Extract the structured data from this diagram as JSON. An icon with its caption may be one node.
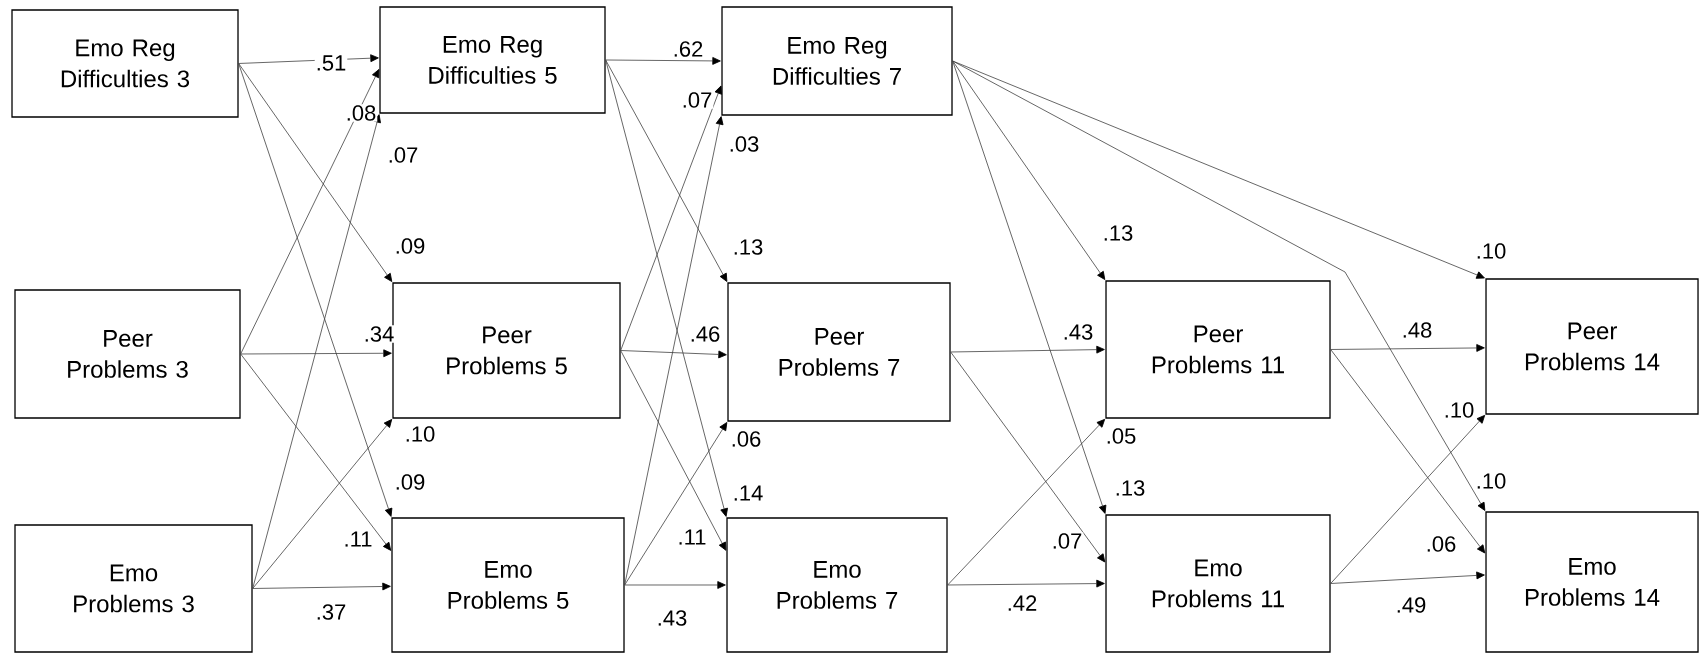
{
  "diagram": {
    "nodes": [
      {
        "text": [
          "Emo Reg Difficulties 3"
        ]
      },
      {
        "text": [
          "Peer Problems 3"
        ]
      },
      {
        "text": [
          "Emo Problems 3"
        ]
      },
      {
        "text": [
          "Emo Reg Difficulties 5"
        ]
      },
      {
        "text": [
          "Peer Problems 5"
        ]
      },
      {
        "text": [
          "Emo Problems 5"
        ]
      },
      {
        "text": [
          "Emo Reg Difficulties 7"
        ]
      },
      {
        "text": [
          "Peer Problems 7"
        ]
      },
      {
        "text": [
          "Emo Problems 7"
        ]
      },
      {
        "text": [
          "Peer Problems 11"
        ]
      },
      {
        "text": [
          "Emo Problems 11"
        ]
      },
      {
        "text": [
          "Peer Problems 14"
        ]
      },
      {
        "text": [
          "Emo Problems 14"
        ]
      }
    ],
    "edges": [
      {
        "from": 0,
        "to": 3,
        "arrow": "to",
        "label": ".51"
      },
      {
        "from": 0,
        "to": 4,
        "arrow": "to",
        "label": ".09"
      },
      {
        "from": 0,
        "to": 5,
        "arrow": "to",
        "label": ".09"
      },
      {
        "from": 1,
        "to": 3,
        "arrow": "to",
        "label": ".08"
      },
      {
        "from": 1,
        "to": 4,
        "arrow": "to",
        "label": ".34"
      },
      {
        "from": 1,
        "to": 5,
        "arrow": "to",
        "label": ".11"
      },
      {
        "from": 2,
        "to": 3,
        "arrow": "to",
        "label": ".07"
      },
      {
        "from": 2,
        "to": 4,
        "arrow": "to",
        "label": ".10"
      },
      {
        "from": 2,
        "to": 5,
        "arrow": "to",
        "label": ".37"
      },
      {
        "from": 3,
        "to": 6,
        "arrow": "to",
        "label": ".62"
      },
      {
        "from": 3,
        "to": 7,
        "arrow": "to",
        "label": ".13"
      },
      {
        "from": 3,
        "to": 8,
        "arrow": "to",
        "label": ".14"
      },
      {
        "from": 4,
        "to": 6,
        "arrow": "to",
        "label": ".07"
      },
      {
        "from": 4,
        "to": 7,
        "arrow": "to",
        "label": ".46"
      },
      {
        "from": 4,
        "to": 8,
        "arrow": "to",
        "label": ".11"
      },
      {
        "from": 5,
        "to": 6,
        "arrow": "to",
        "label": ".03"
      },
      {
        "from": 5,
        "to": 7,
        "arrow": "to",
        "label": ".06"
      },
      {
        "from": 5,
        "to": 8,
        "arrow": "to",
        "label": ".43"
      },
      {
        "from": 6,
        "to": 9,
        "arrow": "to",
        "label": ".13"
      },
      {
        "from": 6,
        "to": 10,
        "arrow": "to",
        "label": ".13"
      },
      {
        "from": 7,
        "to": 9,
        "arrow": "to",
        "label": ".43"
      },
      {
        "from": 7,
        "to": 10,
        "arrow": "to",
        "label": ".07"
      },
      {
        "from": 8,
        "to": 9,
        "arrow": "to",
        "label": ".05"
      },
      {
        "from": 8,
        "to": 10,
        "arrow": "to",
        "label": ".42"
      },
      {
        "from": 6,
        "to": 11,
        "arrow": "to",
        "label": ".10"
      },
      {
        "from": 6,
        "to": 12,
        "arrow": "to",
        "label": ".10"
      },
      {
        "from": 9,
        "to": 11,
        "arrow": "to",
        "label": ".48"
      },
      {
        "from": 9,
        "to": 12,
        "arrow": "to",
        "label": ".06"
      },
      {
        "from": 10,
        "to": 11,
        "arrow": "to",
        "label": ".10"
      },
      {
        "from": 10,
        "to": 12,
        "arrow": "to",
        "label": ".49"
      }
    ]
  }
}
